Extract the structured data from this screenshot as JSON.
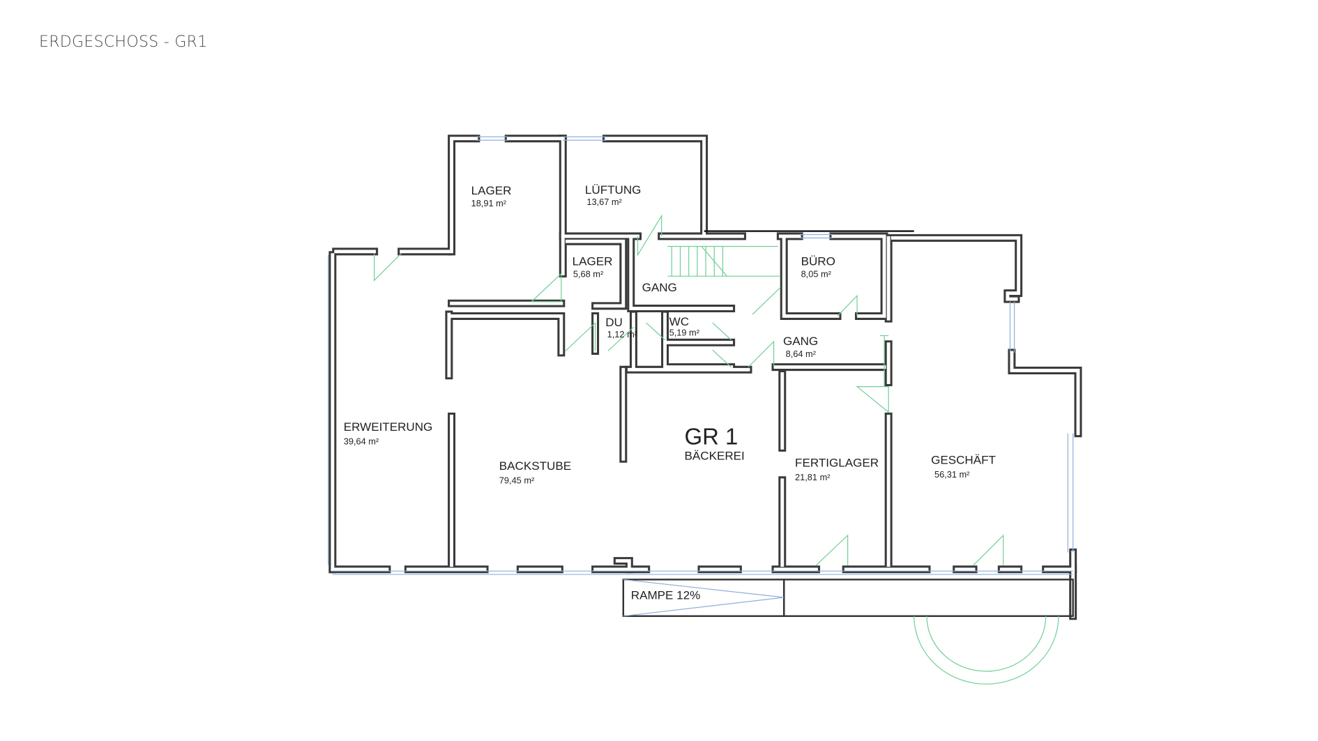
{
  "title": "ERDGESCHOSS - GR1",
  "unit_name": "GR 1",
  "unit_type": "BÄCKEREI",
  "ramp_label": "RAMPE 12%",
  "rooms": {
    "lager_large": {
      "name": "LAGER",
      "area": "18,91 m²"
    },
    "lueftung": {
      "name": "LÜFTUNG",
      "area": "13,67 m²"
    },
    "lager_small": {
      "name": "LAGER",
      "area": "5,68 m²"
    },
    "gang_upper": {
      "name": "GANG"
    },
    "du": {
      "name": "DU",
      "area": "1,12 m²"
    },
    "wc": {
      "name": "WC",
      "area": "5,19 m²"
    },
    "buero": {
      "name": "BÜRO",
      "area": "8,05 m²"
    },
    "gang_lower": {
      "name": "GANG",
      "area": "8,64 m²"
    },
    "erweiterung": {
      "name": "ERWEITERUNG",
      "area": "39,64 m²"
    },
    "backstube": {
      "name": "BACKSTUBE",
      "area": "79,45 m²"
    },
    "fertiglager": {
      "name": "FERTIGLAGER",
      "area": "21,81 m²"
    },
    "geschaeft": {
      "name": "GESCHÄFT",
      "area": "56,31 m²"
    }
  }
}
